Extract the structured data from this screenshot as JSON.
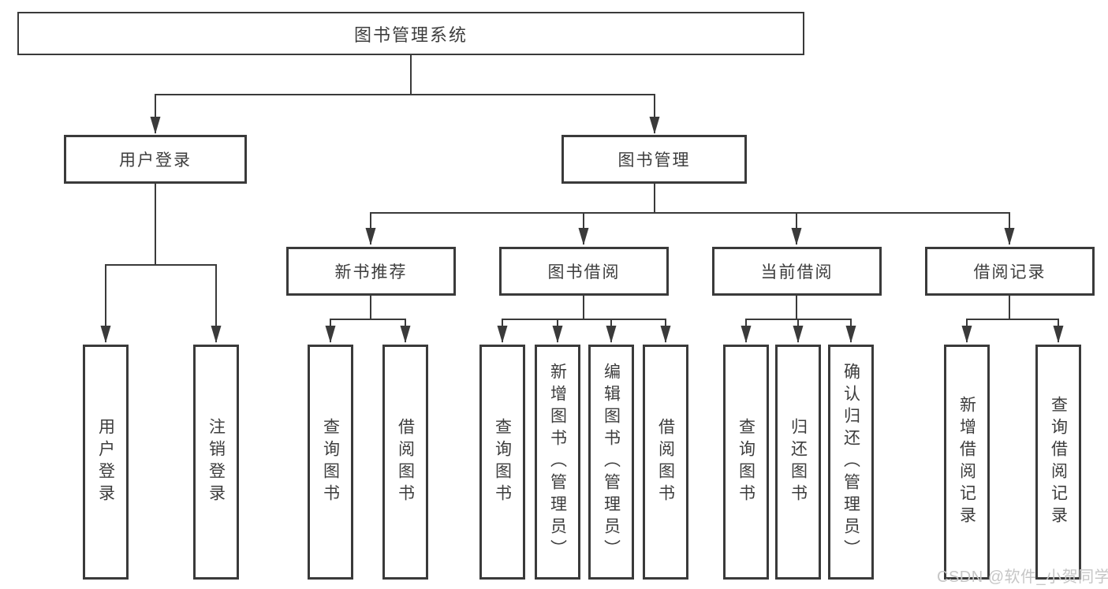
{
  "tree": {
    "root": "图书管理系统",
    "children": [
      {
        "label": "用户登录",
        "children": [
          {
            "label": "用户登录"
          },
          {
            "label": "注销登录"
          }
        ]
      },
      {
        "label": "图书管理",
        "children": [
          {
            "label": "新书推荐",
            "children": [
              {
                "label": "查询图书"
              },
              {
                "label": "借阅图书"
              }
            ]
          },
          {
            "label": "图书借阅",
            "children": [
              {
                "label": "查询图书"
              },
              {
                "label": "新增图书（管理员）"
              },
              {
                "label": "编辑图书（管理员）"
              },
              {
                "label": "借阅图书"
              }
            ]
          },
          {
            "label": "当前借阅",
            "children": [
              {
                "label": "查询图书"
              },
              {
                "label": "归还图书"
              },
              {
                "label": "确认归还（管理员）"
              }
            ]
          },
          {
            "label": "借阅记录",
            "children": [
              {
                "label": "新增借阅记录"
              },
              {
                "label": "查询借阅记录"
              }
            ]
          }
        ]
      }
    ]
  },
  "watermark": "CSDN @软件_小贺同学",
  "colors": {
    "line": "#3a3a3a",
    "text": "#3d3d3d",
    "background": "#ffffff",
    "watermark": "#c6c6c6"
  }
}
